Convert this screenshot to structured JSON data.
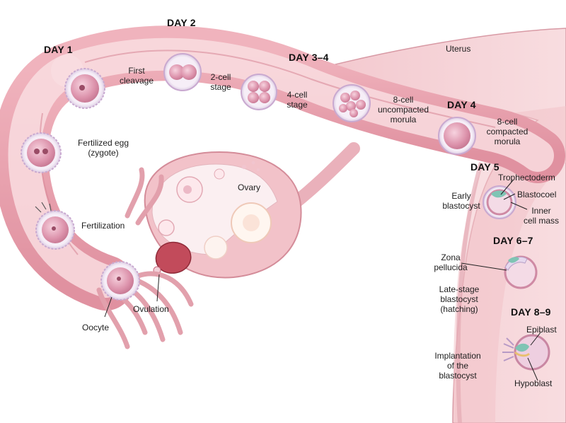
{
  "days": {
    "d1": "DAY 1",
    "d2": "DAY 2",
    "d34": "DAY 3–4",
    "d4": "DAY 4",
    "d5": "DAY 5",
    "d67": "DAY 6–7",
    "d89": "DAY 8–9"
  },
  "labels": {
    "uterus": "Uterus",
    "first_cleavage": "First\ncleavage",
    "two_cell": "2-cell\nstage",
    "four_cell": "4-cell\nstage",
    "eight_cell_uncompacted": "8-cell\nuncompacted\nmorula",
    "eight_cell_compacted": "8-cell\ncompacted\nmorula",
    "fertilized_egg": "Fertilized egg\n(zygote)",
    "ovary": "Ovary",
    "fertilization": "Fertilization",
    "ovulation": "Ovulation",
    "oocyte": "Oocyte",
    "trophectoderm": "Trophectoderm",
    "blastocoel": "Blastocoel",
    "inner_cell_mass": "Inner\ncell mass",
    "early_blastocyst": "Early\nblastocyst",
    "zona_pellucida": "Zona\npellucida",
    "late_blastocyst": "Late-stage\nblastocyst\n(hatching)",
    "implantation": "Implantation\nof the\nblastocyst",
    "epiblast": "Epiblast",
    "hypoblast": "Hypoblast"
  },
  "colors": {
    "tissue": "#f6d3d6",
    "tube": "#eba4b0",
    "tube_dark": "#c9707f",
    "lumen": "#f9dde1",
    "ovary": "#f2c2c9",
    "cell": "#d98fa7",
    "zona": "#e8dcec",
    "blast_green": "#7fc4b4"
  }
}
